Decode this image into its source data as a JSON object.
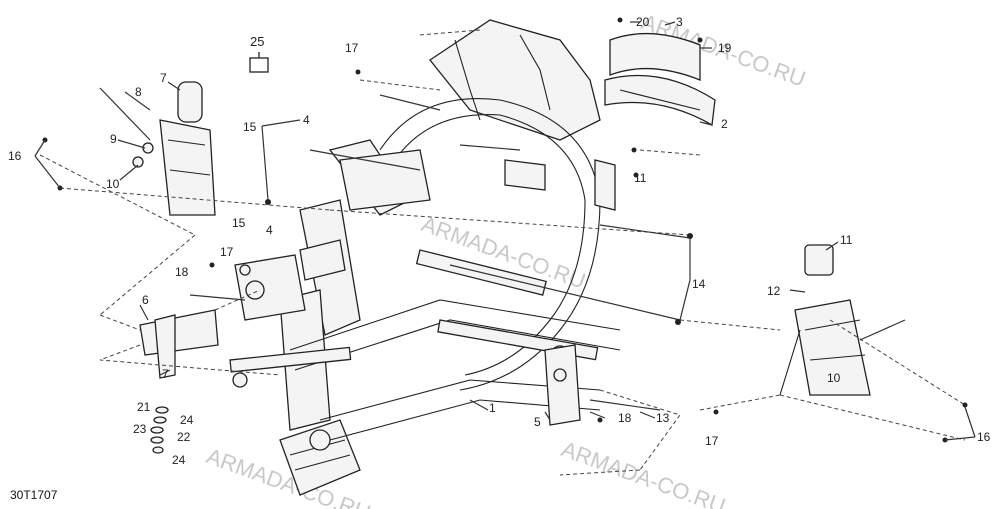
{
  "diagram": {
    "code": "30T1707",
    "watermark": "ARMADA-CO.RU",
    "ref_box_label": "25",
    "callouts": [
      "1",
      "2",
      "3",
      "4",
      "5",
      "6",
      "7",
      "8",
      "9",
      "10",
      "11",
      "12",
      "13",
      "14",
      "15",
      "16",
      "17",
      "18",
      "19",
      "20",
      "21",
      "22",
      "23",
      "24",
      "25"
    ],
    "colors": {
      "line": "#222222",
      "watermark": "#c8c8c8",
      "background": "#ffffff"
    }
  }
}
